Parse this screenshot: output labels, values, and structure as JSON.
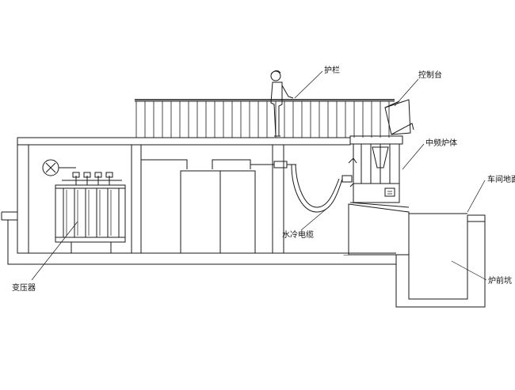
{
  "labels": {
    "railing": "护栏",
    "console": "控制台",
    "furnace_body": "中频炉体",
    "workshop_floor": "车间地面",
    "water_cable": "水冷电缆",
    "transformer": "变压器",
    "front_pit": "炉前坑"
  }
}
